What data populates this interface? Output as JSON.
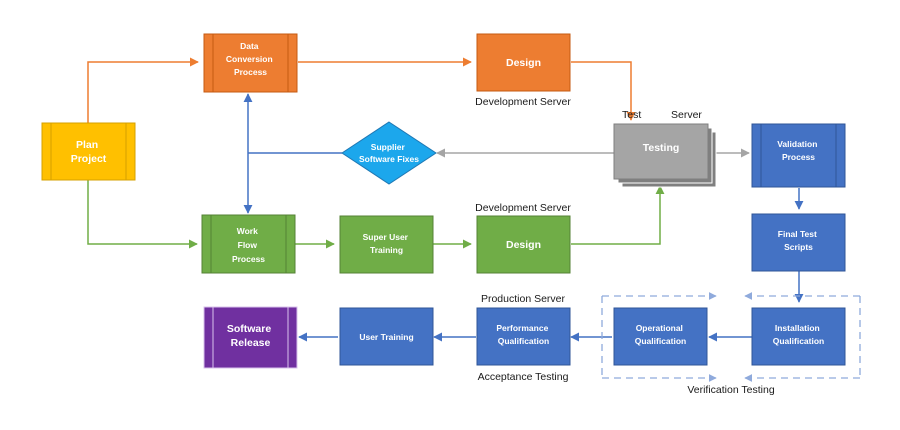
{
  "nodes": {
    "plan_project": [
      "Plan",
      "Project"
    ],
    "data_conversion": [
      "Data",
      "Conversion",
      "Process"
    ],
    "design_top": [
      "Design"
    ],
    "supplier_fixes": [
      "Supplier",
      "Software Fixes"
    ],
    "testing": [
      "Testing"
    ],
    "validation": [
      "Validation",
      "Process"
    ],
    "work_flow": [
      "Work",
      "Flow",
      "Process"
    ],
    "super_user": [
      "Super User",
      "Training"
    ],
    "design_bottom": [
      "Design"
    ],
    "final_test": [
      "Final Test",
      "Scripts"
    ],
    "software_release": [
      "Software",
      "Release"
    ],
    "user_training": [
      "User Training"
    ],
    "performance": [
      "Performance",
      "Qualification"
    ],
    "operational": [
      "Operational",
      "Qualification"
    ],
    "installation": [
      "Installation",
      "Qualification"
    ]
  },
  "captions": {
    "dev_server_top": "Development Server",
    "test": "Test",
    "server": "Server",
    "dev_server_bottom": "Development Server",
    "production_server": "Production Server",
    "acceptance_testing": "Acceptance Testing",
    "verification_testing": "Verification Testing"
  },
  "colors": {
    "orange": "#ED7D31",
    "yellow": "#FFC000",
    "green": "#70AD47",
    "blue": "#4472C4",
    "cyan": "#1CA7EC",
    "gray": "#A5A5A5",
    "purple": "#7030A0",
    "dashed": "#8FAADC"
  }
}
